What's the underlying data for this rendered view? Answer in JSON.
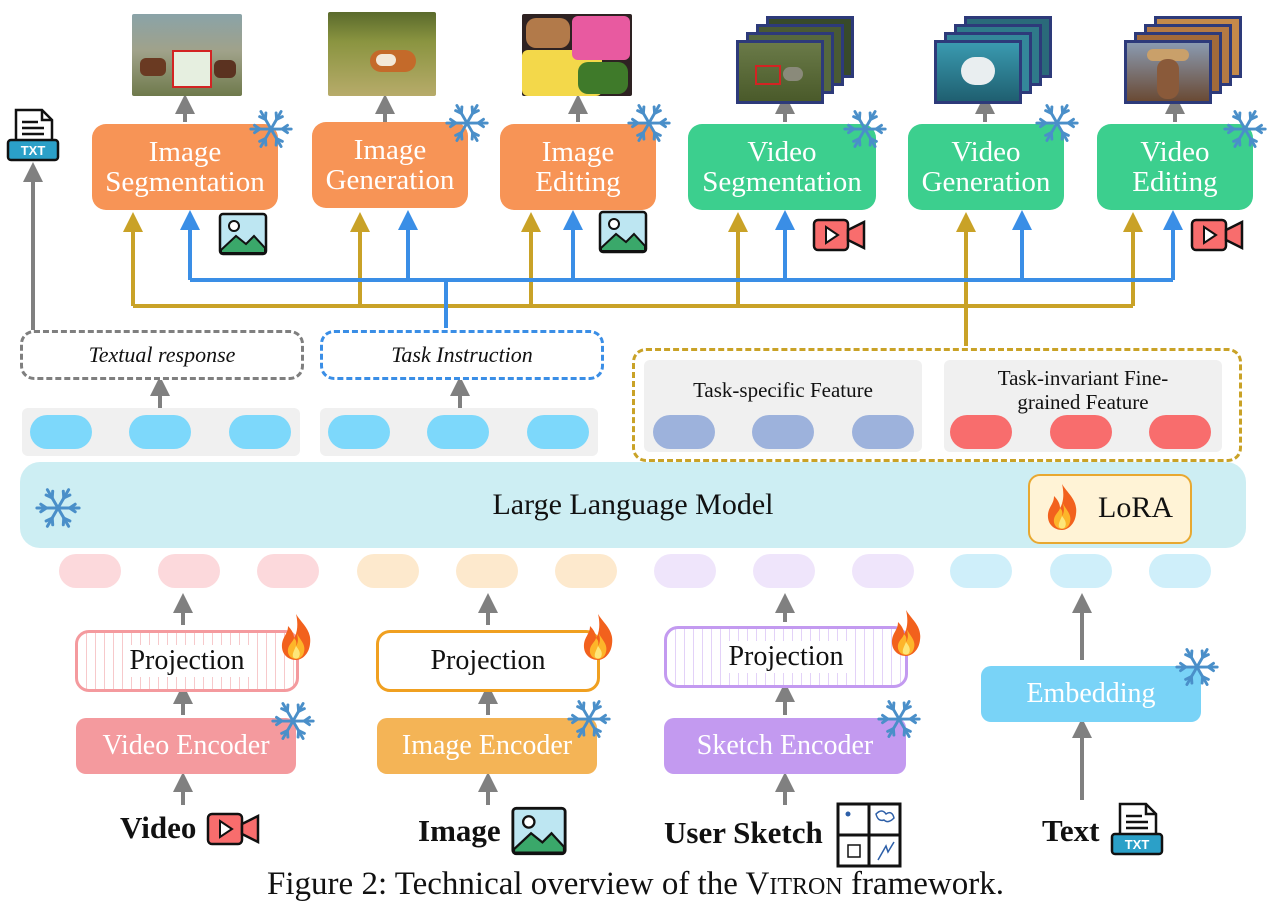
{
  "caption": {
    "prefix": "Figure 2: Technical overview of the ",
    "name_initial": "V",
    "name_rest": "ITRON",
    "suffix": " framework."
  },
  "top_tasks": [
    {
      "line1": "Image",
      "line2": "Segmentation",
      "color": "#f79456"
    },
    {
      "line1": "Image",
      "line2": "Generation",
      "color": "#f79456"
    },
    {
      "line1": "Image",
      "line2": "Editing",
      "color": "#f79456"
    },
    {
      "line1": "Video",
      "line2": "Segmentation",
      "color": "#3ccf8e"
    },
    {
      "line1": "Video",
      "line2": "Generation",
      "color": "#3ccf8e"
    },
    {
      "line1": "Video",
      "line2": "Editing",
      "color": "#3ccf8e"
    }
  ],
  "txt_icon_label": "TXT",
  "textual_response": "Textual response",
  "task_instruction": "Task Instruction",
  "task_specific_feature": "Task-specific Feature",
  "task_invariant_feature_line1": "Task-invariant Fine-",
  "task_invariant_feature_line2": "grained Feature",
  "llm_label": "Large Language Model",
  "lora_label": "LoRA",
  "projection_label": "Projection",
  "encoders": {
    "video": "Video Encoder",
    "image": "Image Encoder",
    "sketch": "Sketch Encoder",
    "embedding": "Embedding"
  },
  "inputs": {
    "video": "Video",
    "image": "Image",
    "sketch": "User Sketch",
    "text": "Text"
  },
  "colors": {
    "image_task": "#f79456",
    "video_task": "#3ccf8e",
    "blue_arrow": "#3a8ee6",
    "gold_arrow": "#c9a227",
    "grey_arrow": "#808080",
    "llm_bg": "#cdeef3",
    "snowflake": "#4a8fc9",
    "pill_blue": "#7dd8fb",
    "pill_slate": "#9db2dc",
    "pill_red": "#f86d6d",
    "video_enc": "#f49a9e",
    "image_enc": "#f4b456",
    "sketch_enc": "#c39af0",
    "embedding": "#79d3f7"
  }
}
